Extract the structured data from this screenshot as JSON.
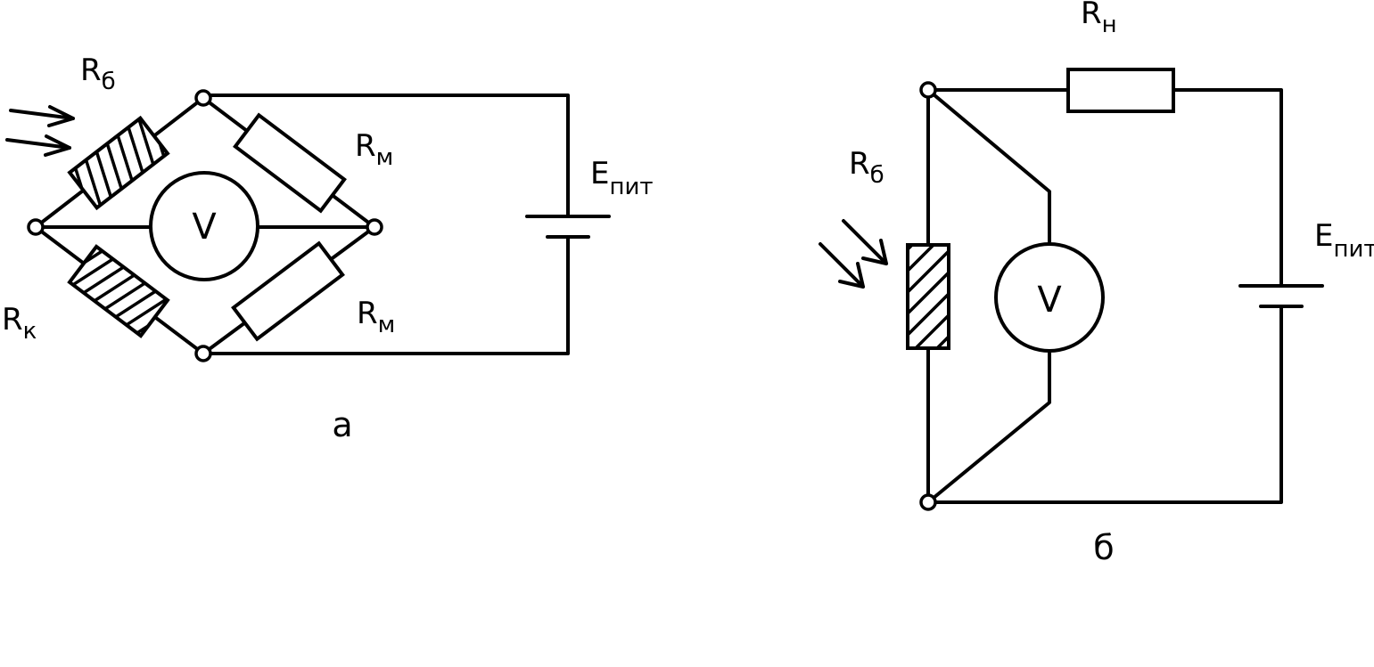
{
  "diagram_a": {
    "caption": "а",
    "voltmeter": "V",
    "photoresistor_top": {
      "main": "R",
      "sub": "б"
    },
    "photoresistor_bottom": {
      "main": "R",
      "sub": "к"
    },
    "resistor_top": {
      "main": "R",
      "sub": "м"
    },
    "resistor_bottom": {
      "main": "R",
      "sub": "м"
    },
    "supply": {
      "main": "E",
      "sub": "пит"
    }
  },
  "diagram_b": {
    "caption": "б",
    "voltmeter": "V",
    "photoresistor": {
      "main": "R",
      "sub": "б"
    },
    "load_resistor": {
      "main": "R",
      "sub": "н"
    },
    "supply": {
      "main": "E",
      "sub": "пит"
    }
  }
}
